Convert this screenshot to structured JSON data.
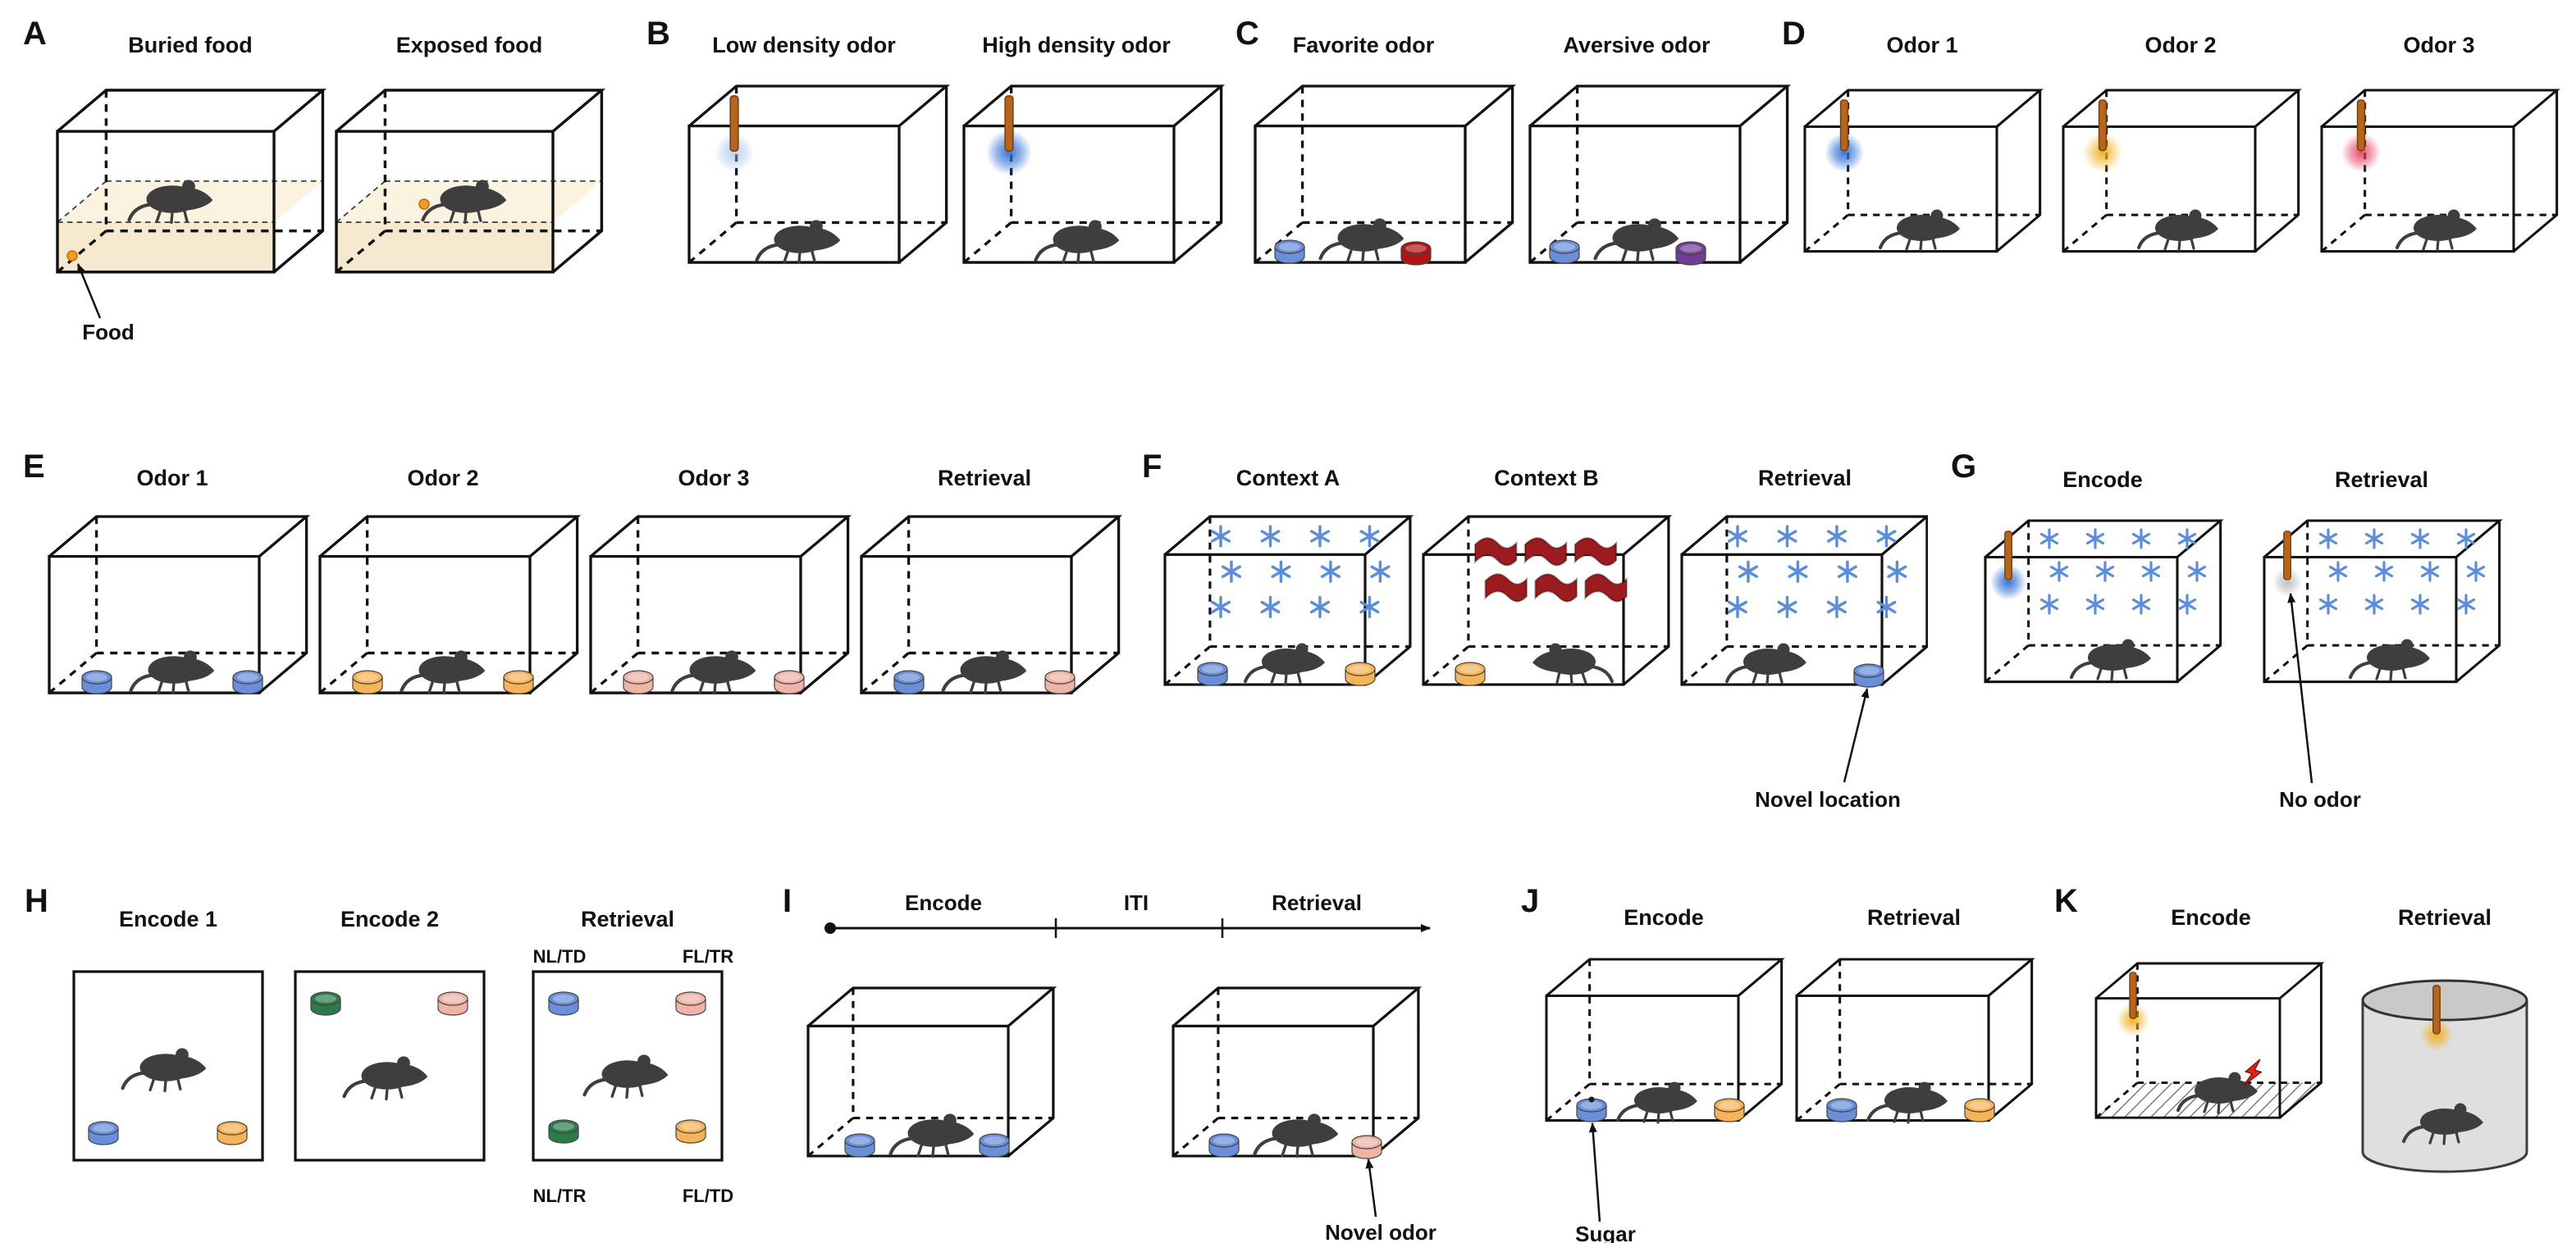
{
  "colors": {
    "disc-blue": "#6a8ed8",
    "disc-yellow": "#f5b45a",
    "disc-pink": "#eeb4a8",
    "disc-green": "#2c7a4b",
    "disc-red": "#b01313",
    "disc-purple": "#6f3d94",
    "odor-blue": "#2f6fd6",
    "odor-blue-light": "#90b6ea",
    "odor-yellow": "#f2ae1c",
    "odor-red": "#e23b5a",
    "odor-gray": "#b5b5b5",
    "odor-stick": "#b5651d",
    "flake-blue": "#5b8ed6",
    "flag-red": "#9c1b1f",
    "bedding": "#f7e9cf",
    "bedding-light": "#fbf2e0",
    "mouse": "#3e3e3e",
    "food": "#f59a23",
    "shock-red": "#e32118"
  },
  "panels": {
    "A": {
      "letter": "A",
      "box_titles": [
        "Buried food",
        "Exposed food"
      ],
      "annotation": "Food"
    },
    "B": {
      "letter": "B",
      "box_titles": [
        "Low density odor",
        "High density odor"
      ]
    },
    "C": {
      "letter": "C",
      "box_titles": [
        "Favorite odor",
        "Aversive odor"
      ]
    },
    "D": {
      "letter": "D",
      "box_titles": [
        "Odor 1",
        "Odor 2",
        "Odor 3"
      ]
    },
    "E": {
      "letter": "E",
      "box_titles": [
        "Odor 1",
        "Odor 2",
        "Odor 3",
        "Retrieval"
      ]
    },
    "F": {
      "letter": "F",
      "box_titles": [
        "Context A",
        "Context B",
        "Retrieval"
      ],
      "annotation": "Novel location"
    },
    "G": {
      "letter": "G",
      "box_titles": [
        "Encode",
        "Retrieval"
      ],
      "annotation": "No odor"
    },
    "H": {
      "letter": "H",
      "box_titles": [
        "Encode 1",
        "Encode 2",
        "Retrieval"
      ],
      "corner_labels": [
        "NL/TD",
        "FL/TR",
        "NL/TR",
        "FL/TD"
      ]
    },
    "I": {
      "letter": "I",
      "timeline_labels": [
        "Encode",
        "ITI",
        "Retrieval"
      ],
      "annotation": "Novel odor"
    },
    "J": {
      "letter": "J",
      "box_titles": [
        "Encode",
        "Retrieval"
      ],
      "annotation": "Sugar"
    },
    "K": {
      "letter": "K",
      "box_titles": [
        "Encode",
        "Retrieval"
      ]
    }
  }
}
